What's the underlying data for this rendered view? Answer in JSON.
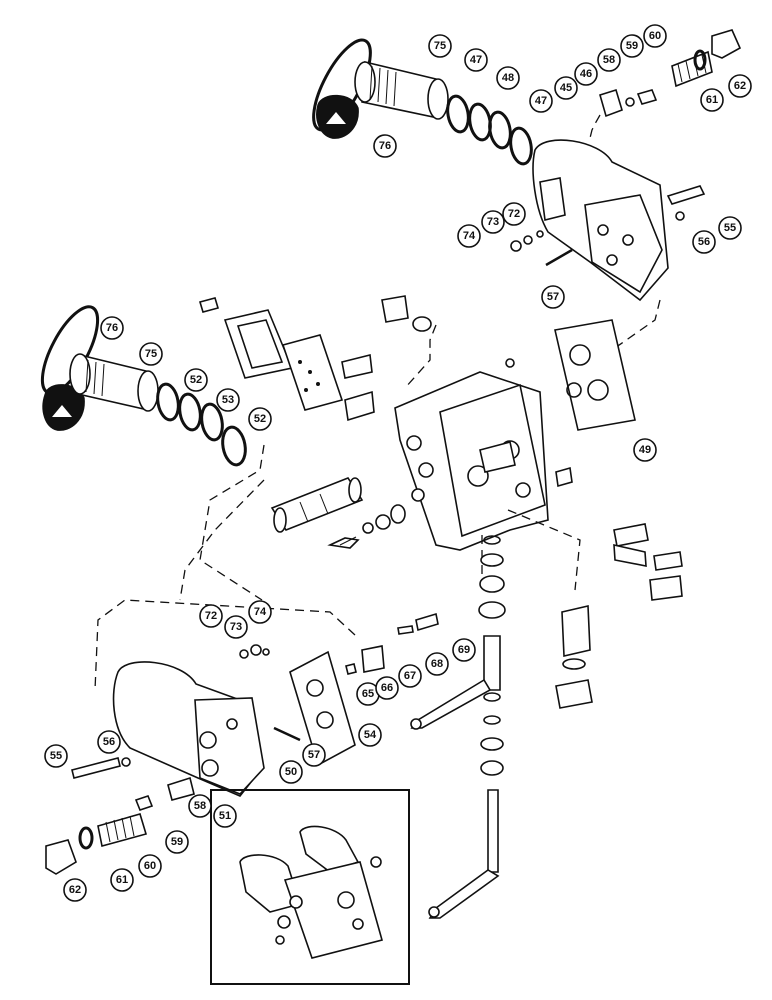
{
  "diagram": {
    "callouts": [
      "75",
      "47",
      "48",
      "47",
      "46",
      "58",
      "59",
      "60",
      "62",
      "61",
      "45",
      "76",
      "72",
      "73",
      "74",
      "55",
      "56",
      "57",
      "76",
      "75",
      "52",
      "53",
      "52",
      "49",
      "72",
      "73",
      "74",
      "65",
      "66",
      "67",
      "68",
      "69",
      "54",
      "55",
      "56",
      "50",
      "57",
      "58",
      "51",
      "59",
      "60",
      "61",
      "62"
    ],
    "colors": {
      "ink": "#111111",
      "paper": "#ffffff"
    }
  }
}
